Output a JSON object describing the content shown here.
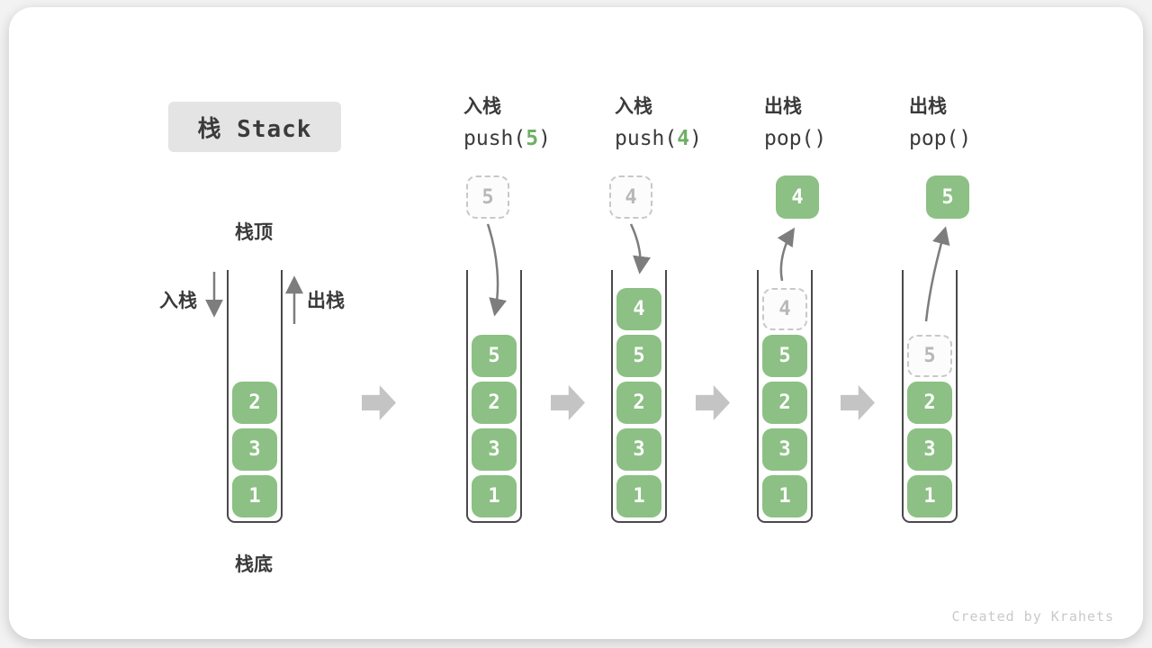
{
  "title": "栈 Stack",
  "labels": {
    "stack_top": "栈顶",
    "stack_bottom": "栈底",
    "push_side": "入栈",
    "pop_side": "出栈"
  },
  "operations": [
    {
      "name": "入栈",
      "code_pre": "push(",
      "code_num": "5",
      "code_post": ")"
    },
    {
      "name": "入栈",
      "code_pre": "push(",
      "code_num": "4",
      "code_post": ")"
    },
    {
      "name": "出栈",
      "code_pre": "pop(",
      "code_num": "",
      "code_post": ")"
    },
    {
      "name": "出栈",
      "code_pre": "pop(",
      "code_num": "",
      "code_post": ")"
    }
  ],
  "stacks": [
    {
      "cells_bottom_to_top": [
        "1",
        "3",
        "2"
      ]
    },
    {
      "cells_bottom_to_top": [
        "1",
        "3",
        "2",
        "5"
      ],
      "incoming": "5"
    },
    {
      "cells_bottom_to_top": [
        "1",
        "3",
        "2",
        "5",
        "4"
      ],
      "incoming": "4"
    },
    {
      "cells_bottom_to_top": [
        "1",
        "3",
        "2",
        "5"
      ],
      "ghost": "4",
      "outgoing": "4"
    },
    {
      "cells_bottom_to_top": [
        "1",
        "3",
        "2"
      ],
      "ghost": "5",
      "outgoing": "5"
    }
  ],
  "watermark": "Created by Krahets",
  "colors": {
    "box_green": "#8cc084",
    "code_num_green": "#6fae64",
    "title_bg": "#e4e4e4",
    "text_dark": "#3a3a3a",
    "ghost_border": "#c8c8c8",
    "thin_arrow": "#7d7d7d",
    "flow_arrow": "#c4c4c4"
  }
}
